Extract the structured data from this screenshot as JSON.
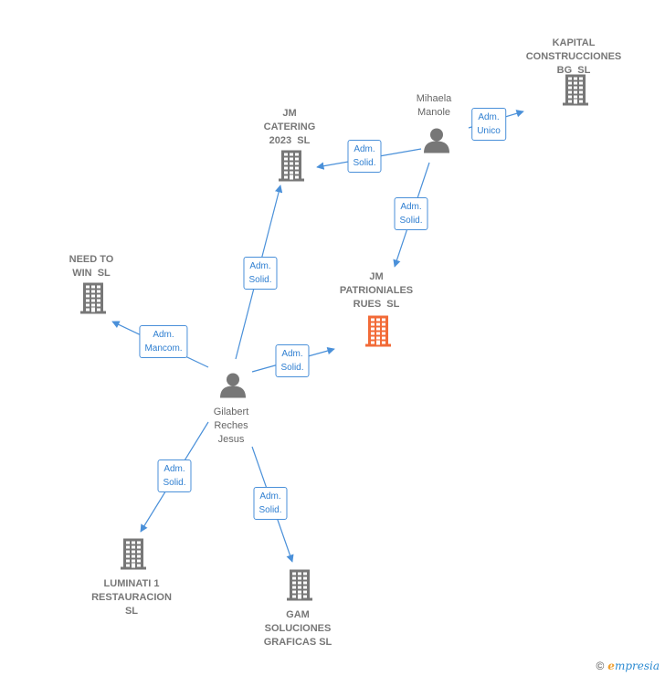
{
  "colors": {
    "edge": "#4a90d9",
    "company": "#777777",
    "focus": "#f26b38",
    "person": "#777777"
  },
  "nodes": [
    {
      "id": "kapital",
      "kind": "company",
      "label": "KAPITAL\nCONSTRUCCIONES\nBG  SL",
      "icon": "building-icon"
    },
    {
      "id": "mihaela",
      "kind": "person",
      "label": "Mihaela\nManole",
      "icon": "person-icon"
    },
    {
      "id": "jmcatering",
      "kind": "company",
      "label": "JM\nCATERING\n2023  SL",
      "icon": "building-icon"
    },
    {
      "id": "needtowin",
      "kind": "company",
      "label": "NEED TO\nWIN  SL",
      "icon": "building-icon"
    },
    {
      "id": "jmpatrioniales",
      "kind": "focus",
      "label": "JM\nPATRIONIALES\nRUES  SL",
      "icon": "building-icon"
    },
    {
      "id": "gilabert",
      "kind": "person",
      "label": "Gilabert\nReches\nJesus",
      "icon": "person-icon"
    },
    {
      "id": "luminati",
      "kind": "company",
      "label": "LUMINATI 1\nRESTAURACION\nSL",
      "icon": "building-icon"
    },
    {
      "id": "gam",
      "kind": "company",
      "label": "GAM\nSOLUCIONES\nGRAFICAS SL",
      "icon": "building-icon"
    }
  ],
  "edges": [
    {
      "from": "mihaela",
      "to": "kapital",
      "label": "Adm.\nUnico"
    },
    {
      "from": "mihaela",
      "to": "jmcatering",
      "label": "Adm.\nSolid."
    },
    {
      "from": "mihaela",
      "to": "jmpatrioniales",
      "label": "Adm.\nSolid."
    },
    {
      "from": "gilabert",
      "to": "jmcatering",
      "label": "Adm.\nSolid."
    },
    {
      "from": "gilabert",
      "to": "needtowin",
      "label": "Adm.\nMancom."
    },
    {
      "from": "gilabert",
      "to": "jmpatrioniales",
      "label": "Adm.\nSolid."
    },
    {
      "from": "gilabert",
      "to": "luminati",
      "label": "Adm.\nSolid."
    },
    {
      "from": "gilabert",
      "to": "gam",
      "label": "Adm.\nSolid."
    }
  ],
  "footer": {
    "copyright": "©",
    "brand_e": "e",
    "brand_rest": "mpresia"
  }
}
